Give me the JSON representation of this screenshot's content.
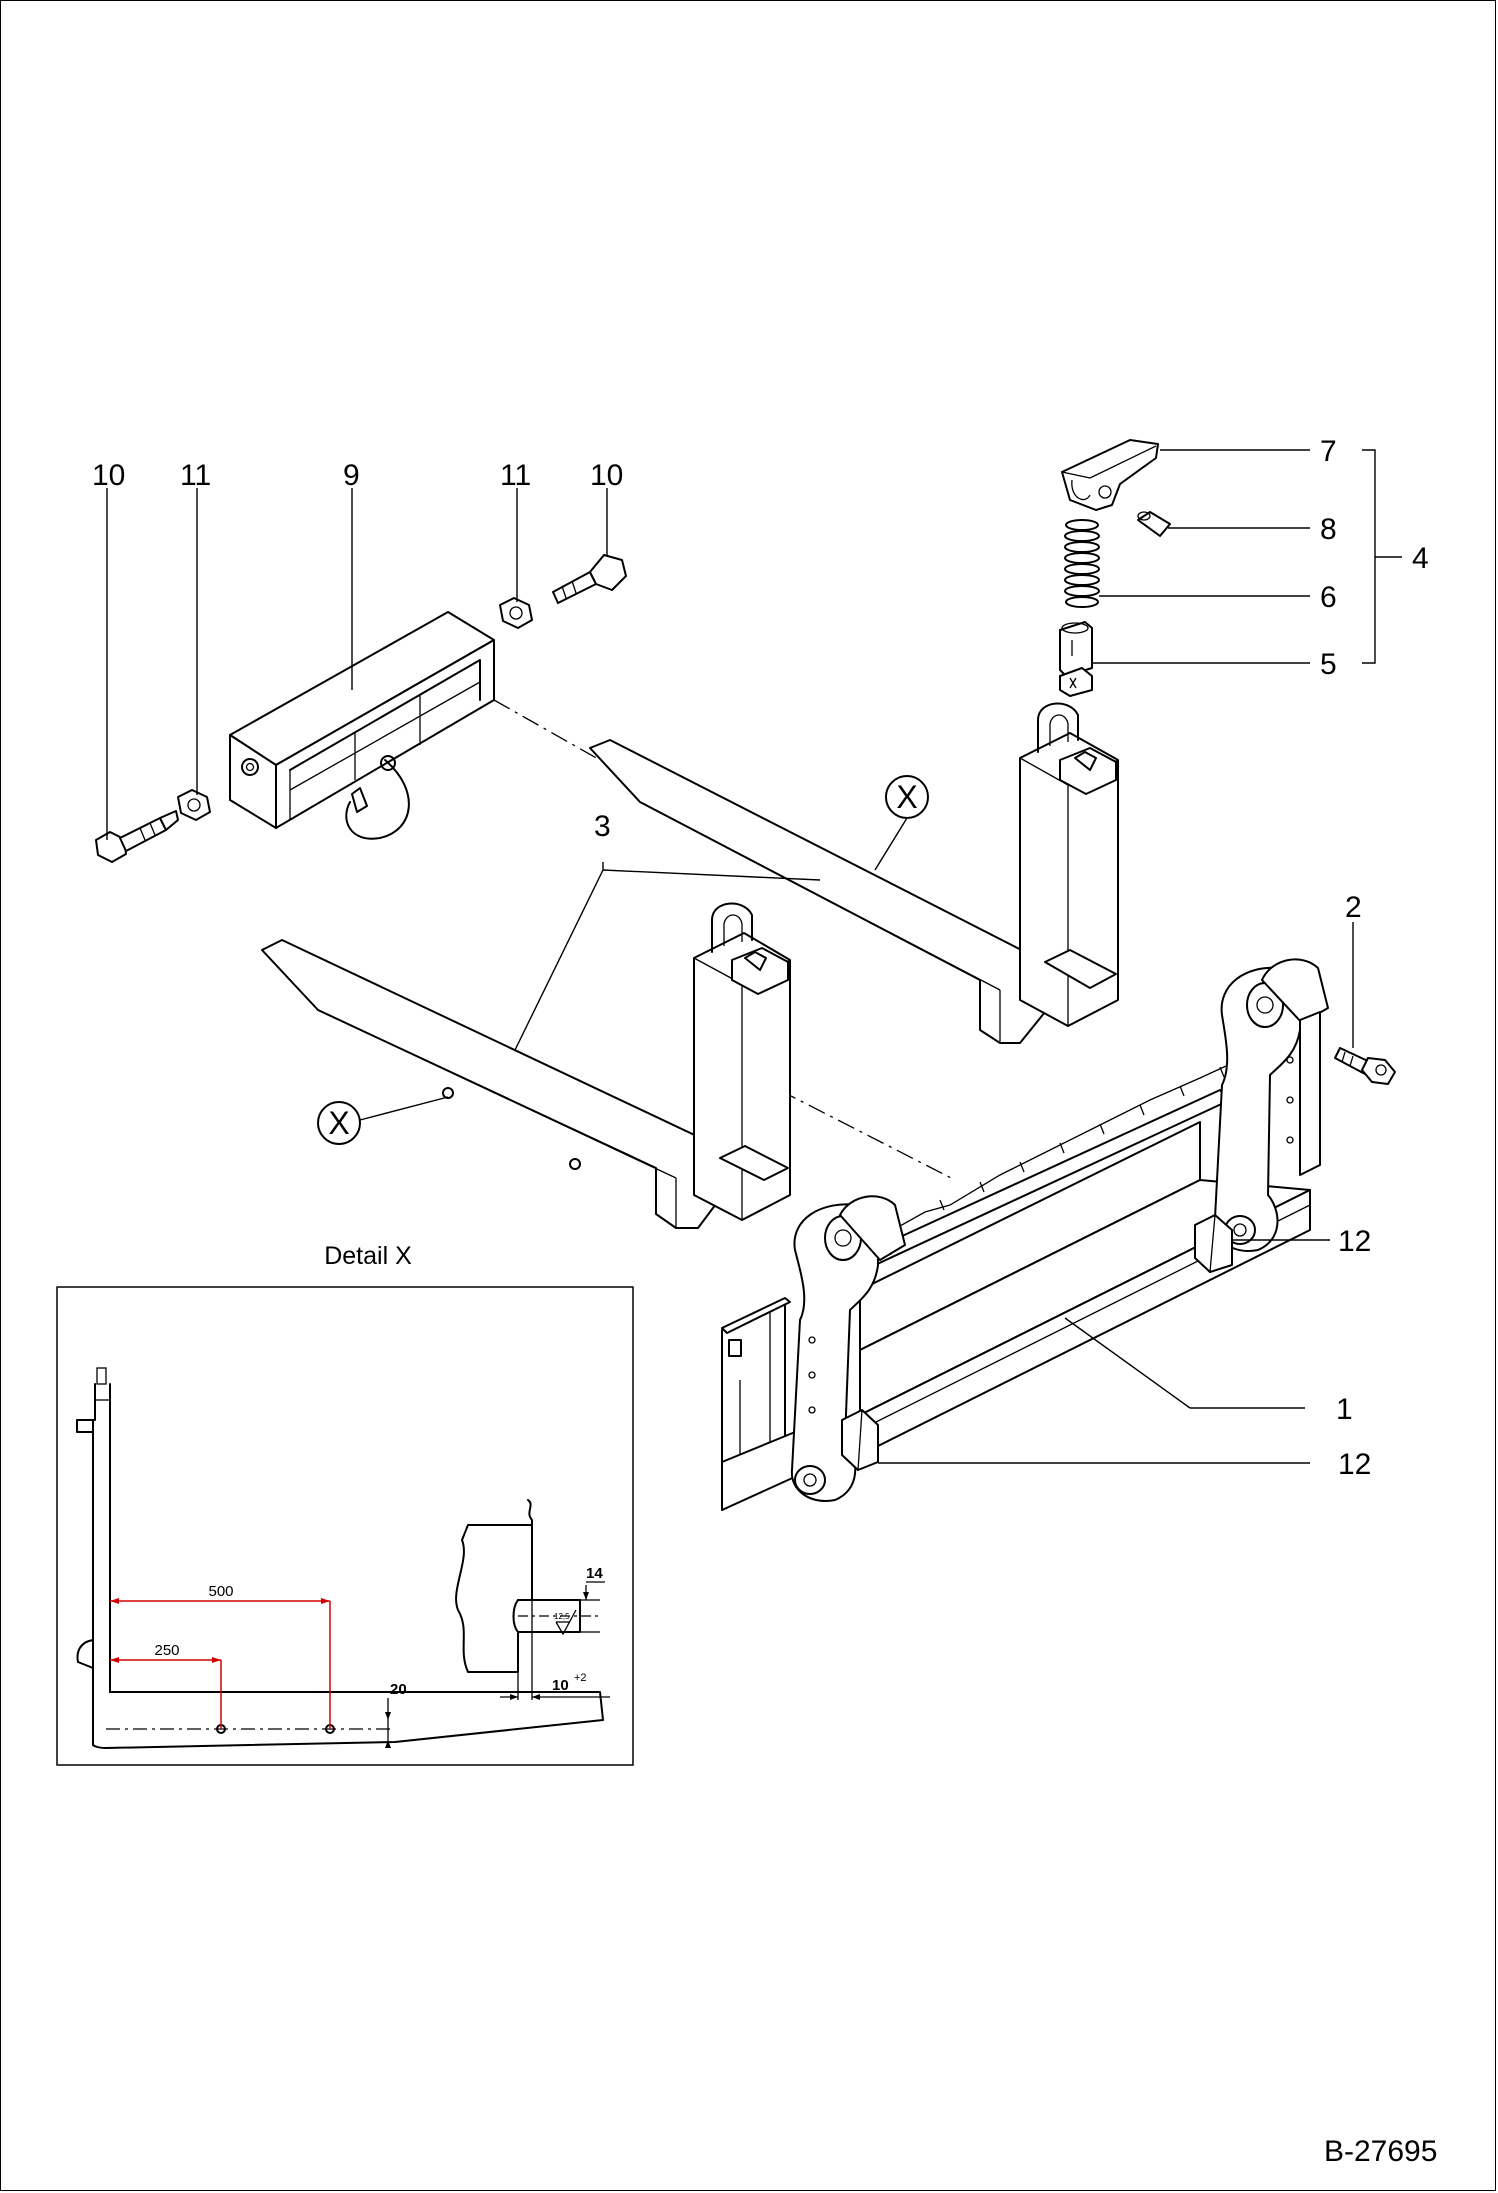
{
  "document_id": "B-27695",
  "detail": {
    "title": "Detail X",
    "dimensions": {
      "d500": "500",
      "d250": "250",
      "d20": "20",
      "d14": "14",
      "d10": "10",
      "d10_tolerance": "+2",
      "d12_5": "12,5"
    }
  },
  "callouts": {
    "c1": "1",
    "c2": "2",
    "c3": "3",
    "c4": "4",
    "c5": "5",
    "c6": "6",
    "c7": "7",
    "c8": "8",
    "c9": "9",
    "c10_left": "10",
    "c10_right": "10",
    "c11_left": "11",
    "c11_right": "11",
    "c12_upper": "12",
    "c12_lower": "12"
  },
  "markers": {
    "x_upper": "X",
    "x_lower": "X"
  }
}
